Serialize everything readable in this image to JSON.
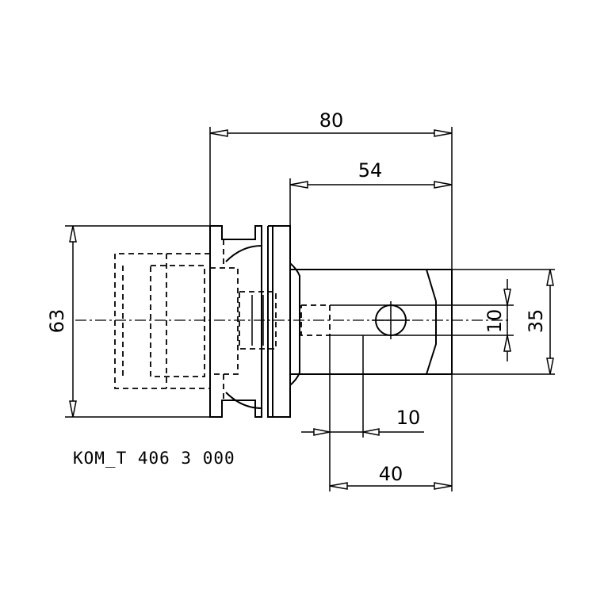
{
  "drawing": {
    "part_code": "KOM_T 406 3 000",
    "dimensions": {
      "overall_length": "80",
      "shank_length": "54",
      "flange_diameter": "63",
      "bore_diameter": "10",
      "shank_diameter": "35",
      "cross_hole_offset": "10",
      "cross_hole_position": "40"
    }
  }
}
